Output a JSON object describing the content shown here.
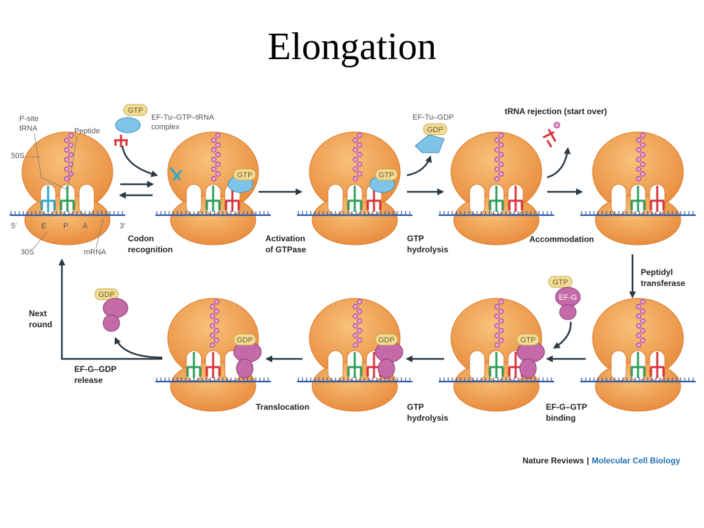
{
  "title": "Elongation",
  "colors": {
    "ribbosome": "#f0a04a",
    "mrna": "#2e5aa8",
    "trna_p": "#2e9e5a",
    "trna_a": "#d8343c",
    "trna_e": "#2aa7c9",
    "ef_tu": "#7ec4e8",
    "ef_g": "#c56aa8",
    "gtp_pill": "#f3dd96",
    "peptide": "#b04f9c",
    "arrow": "#2b3945"
  },
  "structure_labels": {
    "p_site_trna": [
      "P-site",
      "tRNA"
    ],
    "peptide": "Peptide",
    "s50": "50S",
    "s30": "30S",
    "mrna": "mRNA",
    "five_prime": "5′",
    "three_prime": "3′",
    "site_e": "E",
    "site_p": "P",
    "site_a": "A"
  },
  "complexes": {
    "ternary": [
      "EF-Tu–GTP–tRNA",
      "complex"
    ],
    "ef_tu_gdp": "EF-Tu–GDP",
    "gtp": "GTP",
    "gdp": "GDP",
    "ef_g": "EF-G"
  },
  "steps": {
    "codon_recognition": [
      "Codon",
      "recognition"
    ],
    "activation": [
      "Activation",
      "of GTPase"
    ],
    "gtp_hydrolysis_1": [
      "GTP",
      "hydrolysis"
    ],
    "trna_rejection": "tRNA rejection (start over)",
    "accommodation": "Accommodation",
    "peptidyl_transferase": [
      "Peptidyl",
      "transferase"
    ],
    "ef_g_gtp_binding": [
      "EF-G–GTP",
      "binding"
    ],
    "gtp_hydrolysis_2": [
      "GTP",
      "hydrolysis"
    ],
    "translocation": "Translocation",
    "ef_g_gdp_release": [
      "EF-G–GDP",
      "release"
    ],
    "next_round": [
      "Next",
      "round"
    ]
  },
  "credit": {
    "left": "Nature Reviews",
    "right": "Molecular Cell Biology"
  }
}
